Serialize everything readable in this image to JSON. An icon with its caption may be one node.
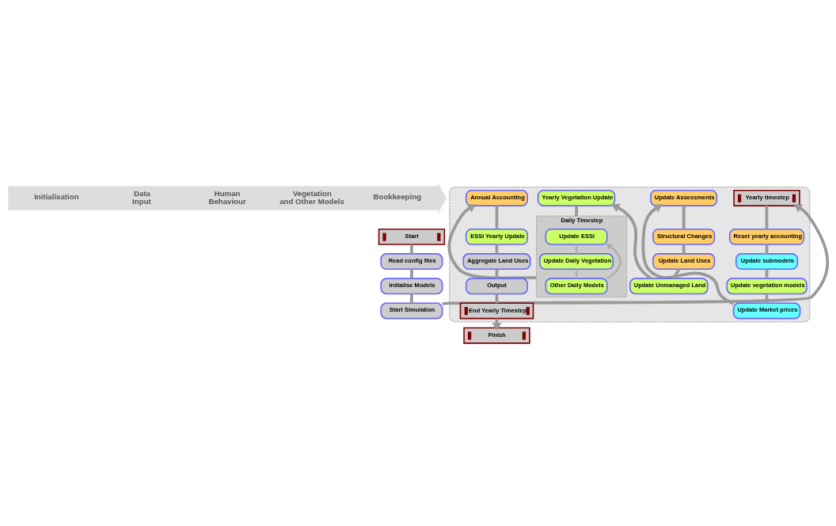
{
  "diagram": {
    "nodes": [
      {
        "text": [
          "Initialisation",
          "Data Input",
          "Human Behaviour",
          "Vegetation and Other Models",
          "Bookkeeping"
        ]
      },
      {
        "text": [
          "Start"
        ]
      },
      {
        "text": [
          "Read config files"
        ]
      },
      {
        "text": [
          "Initialise Models"
        ]
      },
      {
        "text": [
          "Start Simulation"
        ]
      },
      {
        "text": [],
        "shape": "box"
      },
      {
        "text": [
          "Yearly timestep"
        ],
        "in": 5
      },
      {
        "text": [
          "Reset yearly accounting"
        ],
        "in": 5
      },
      {
        "text": [
          "Update submodels"
        ],
        "in": 5
      },
      {
        "text": [
          "Update vegetation models"
        ],
        "in": 5
      },
      {
        "text": [
          "Update Market prices"
        ],
        "in": 5
      },
      {
        "text": [
          "Update Assessments"
        ],
        "in": 5
      },
      {
        "text": [
          "Structural Changes"
        ],
        "in": 5
      },
      {
        "text": [
          "Update Land Uses"
        ],
        "in": 5
      },
      {
        "text": [
          "Update Unmanaged Land"
        ],
        "in": 5
      },
      {
        "text": [
          "Yearly Vegetation Update"
        ],
        "in": 5
      },
      {
        "text": [
          "Daily Timestep"
        ],
        "in": 5
      },
      {
        "text": [
          "Update ESSi"
        ],
        "in": 16
      },
      {
        "text": [
          "Update Daily Vegetation"
        ],
        "in": 16
      },
      {
        "text": [
          "Other Daily Models"
        ],
        "in": 16
      },
      {
        "text": [
          "Annual Accounting"
        ],
        "in": 5
      },
      {
        "text": [
          "ESSi Yearly Update"
        ],
        "in": 5
      },
      {
        "text": [
          "Aggregate Land Uses"
        ],
        "in": 5
      },
      {
        "text": [
          "Output"
        ],
        "in": 5
      },
      {
        "text": [
          "End Yearly Timestep"
        ],
        "in": 5
      },
      {
        "text": [
          "Finish"
        ]
      }
    ],
    "edges": [
      {
        "from": 1,
        "to": 2,
        "arrow": "none"
      },
      {
        "from": 2,
        "to": 3,
        "arrow": "none"
      },
      {
        "from": 3,
        "to": 4,
        "arrow": "none"
      },
      {
        "from": 4,
        "to": 6,
        "arrow": "to"
      },
      {
        "from": 6,
        "to": 7,
        "arrow": "none"
      },
      {
        "from": 7,
        "to": 8,
        "arrow": "none"
      },
      {
        "from": 8,
        "to": 9,
        "arrow": "none"
      },
      {
        "from": 9,
        "to": 10,
        "arrow": "none"
      },
      {
        "from": 10,
        "to": 11,
        "arrow": "to"
      },
      {
        "from": 11,
        "to": 12,
        "arrow": "none"
      },
      {
        "from": 12,
        "to": 13,
        "arrow": "none"
      },
      {
        "from": 13,
        "to": 14,
        "arrow": "none"
      },
      {
        "from": 14,
        "to": 15,
        "arrow": "to"
      },
      {
        "from": 15,
        "to": 16,
        "arrow": "none"
      },
      {
        "from": 17,
        "to": 18,
        "arrow": "none",
        "color": "#b0b0b0"
      },
      {
        "from": 18,
        "to": 19,
        "arrow": "none",
        "color": "#b0b0b0"
      },
      {
        "from": 19,
        "to": 17,
        "arrow": "to",
        "color": "#b0b0b0"
      },
      {
        "from": 16,
        "to": 20,
        "arrow": "to"
      },
      {
        "from": 20,
        "to": 21,
        "arrow": "none"
      },
      {
        "from": 21,
        "to": 22,
        "arrow": "none"
      },
      {
        "from": 22,
        "to": 23,
        "arrow": "none"
      },
      {
        "from": 23,
        "to": 24,
        "arrow": "none"
      },
      {
        "from": 24,
        "to": 25,
        "arrow": "to"
      }
    ]
  }
}
